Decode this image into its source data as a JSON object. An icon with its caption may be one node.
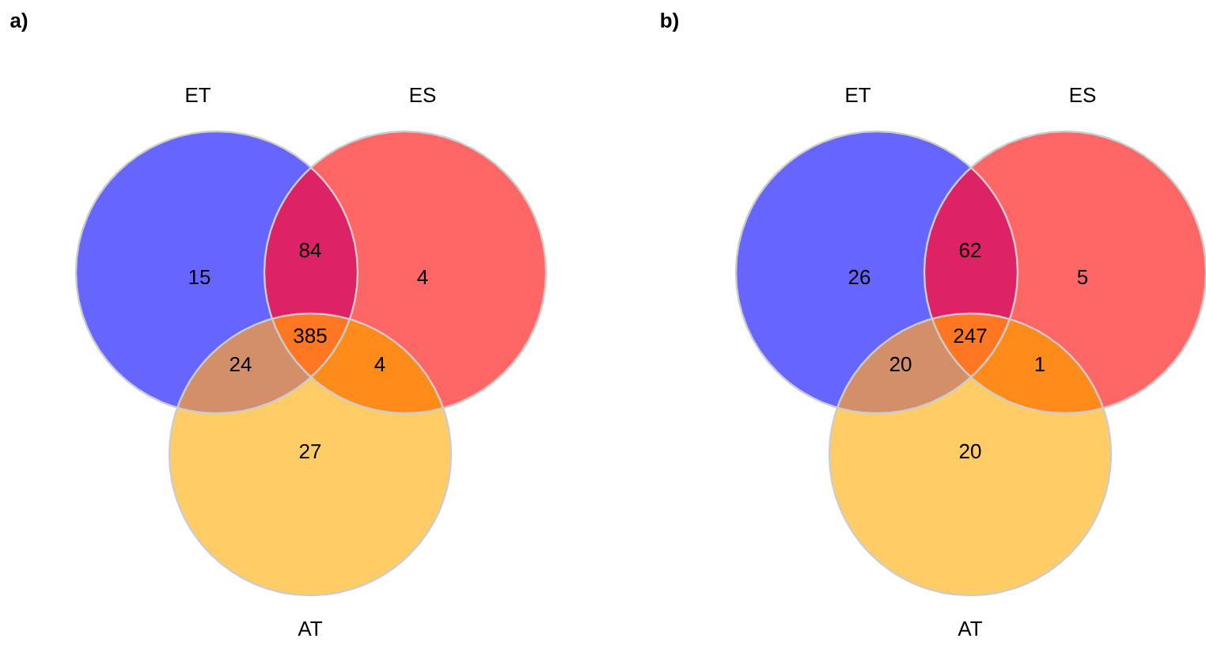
{
  "diagram": {
    "nodes": [
      {
        "text": [
          "ET",
          "15"
        ]
      },
      {
        "text": [
          "ES",
          "4"
        ]
      },
      {
        "text": [
          "27",
          "AT"
        ]
      },
      {
        "text": [
          "ET",
          "26"
        ]
      },
      {
        "text": [
          "ES",
          "5"
        ]
      },
      {
        "text": [
          "20",
          "AT"
        ]
      }
    ],
    "labels": [
      "a)",
      "b)",
      "84",
      "24",
      "385",
      "4",
      "62",
      "20",
      "247",
      "1"
    ]
  }
}
